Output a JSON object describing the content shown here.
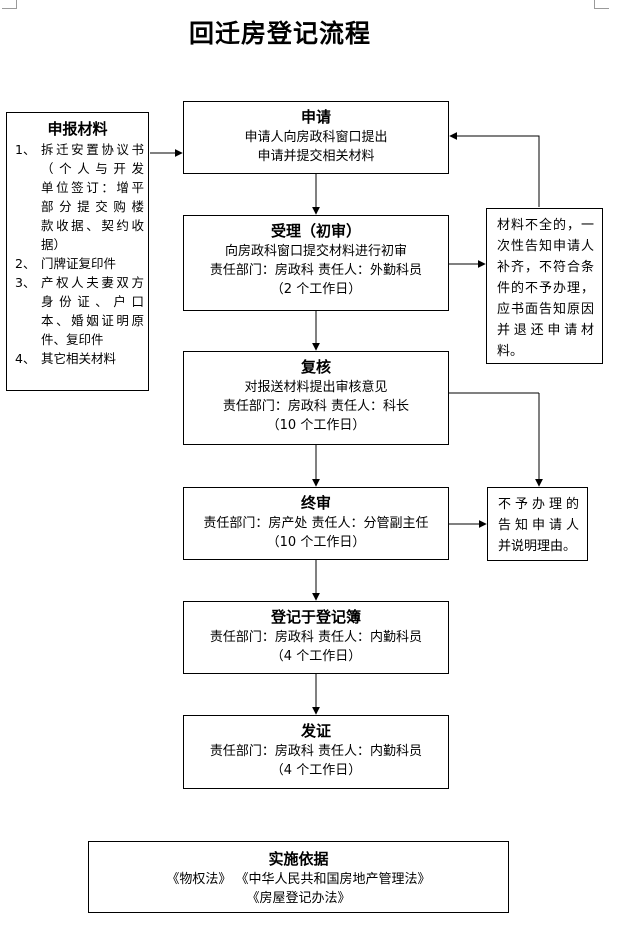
{
  "title": "回迁房登记流程",
  "materials": {
    "heading": "申报材料",
    "items": [
      {
        "num": "1、",
        "lines": [
          "拆迁安置协议书",
          "（个人与开发",
          "单位签订：增平",
          "部分提交购楼",
          "款收据、契约收",
          "据）"
        ]
      },
      {
        "num": "2、",
        "lines": [
          "门牌证复印件"
        ]
      },
      {
        "num": "3、",
        "lines": [
          "产权人夫妻双方",
          "身份证、户口",
          "本、婚姻证明原",
          "件、复印件"
        ]
      },
      {
        "num": "4、",
        "lines": [
          "其它相关材料"
        ]
      }
    ]
  },
  "steps": {
    "apply": {
      "heading": "申请",
      "lines": [
        "申请人向房政科窗口提出",
        "申请并提交相关材料"
      ]
    },
    "accept": {
      "heading": "受理（初审）",
      "lines": [
        "向房政科窗口提交材料进行初审",
        "责任部门：房政科  责任人：外勤科员",
        "（2 个工作日）"
      ]
    },
    "review": {
      "heading": "复核",
      "lines": [
        "对报送材料提出审核意见",
        "责任部门：房政科  责任人：科长",
        "（10 个工作日）"
      ]
    },
    "final": {
      "heading": "终审",
      "lines": [
        "责任部门：房产处  责任人：分管副主任",
        "（10 个工作日）"
      ]
    },
    "register": {
      "heading": "登记于登记簿",
      "lines": [
        "责任部门：房政科  责任人：内勤科员",
        "（4 个工作日）"
      ]
    },
    "cert": {
      "heading": "发证",
      "lines": [
        "责任部门：房政科  责任人：内勤科员",
        "（4 个工作日）"
      ]
    }
  },
  "incomplete_note": [
    "材料不全的，一",
    "次性告知申请人",
    "补齐，不符合条",
    "件的不予办理，",
    "应书面告知原因",
    "并退还申请材",
    "料。"
  ],
  "reject_note": [
    "不予办理的",
    "告知申请人",
    "并说明理由。"
  ],
  "basis": {
    "heading": "实施依据",
    "lines": [
      "《物权法》 《中华人民共和国房地产管理法》",
      "《房屋登记办法》"
    ]
  }
}
